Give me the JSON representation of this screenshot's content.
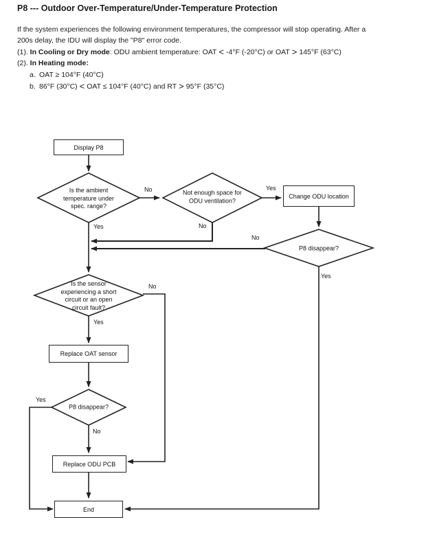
{
  "style": {
    "ink": "#1a1a1a",
    "line_color": "#222222",
    "background": "#ffffff"
  },
  "document": {
    "title": "P8 --- Outdoor Over-Temperature/Under-Temperature Protection",
    "intro": {
      "line1": "If the system experiences the following environment temperatures, the compressor will stop operating. After a",
      "line2": "200s delay, the IDU will display the \"P8\" error code."
    },
    "condition1": {
      "num": "(1). ",
      "mode": "In Cooling or Dry mode",
      "after_mode": ": ODU ambient temperature: OAT",
      "lt": "<",
      "between": "-4°F (-20°C) or OAT",
      "gt": ">",
      "end": "145°F (63°C)"
    },
    "condition2": {
      "num": "(2). ",
      "mode": "In Heating mode",
      "after_mode": ":"
    },
    "sub_a": {
      "marker": "a.",
      "text": "OAT ≥ 104°F (40°C)"
    },
    "sub_b": {
      "marker": "b.",
      "before": "86°F (30°C)",
      "lt": "<",
      "mid": "OAT ≤ 104°F (40°C) and RT",
      "gt": ">",
      "end": "95°F (35°C)"
    }
  },
  "flowchart": {
    "nodes": {
      "display_p8": "Display P8",
      "ambient_question": "Is the ambient\ntemperature under\nspec. range?",
      "ventilation_question": "Not enough space for\nODU ventilation?",
      "change_odu_location": "Change ODU location",
      "p8_disappear_right": "P8 disappear?",
      "sensor_question": "Is the sensor\nexperiencing a short\ncircuit or an open\ncircuit fault?",
      "replace_oat_sensor": "Replace OAT sensor",
      "p8_disappear_left": "P8 disappear?",
      "replace_odu_pcb": "Replace ODU PCB",
      "end": "End"
    },
    "labels": {
      "ambient_no": "No",
      "ambient_yes": "Yes",
      "ventilation_yes": "Yes",
      "ventilation_no": "No",
      "p8_right_no": "No",
      "p8_right_yes": "Yes",
      "sensor_no": "No",
      "sensor_yes": "Yes",
      "p8_left_yes": "Yes",
      "p8_left_no": "No"
    }
  }
}
